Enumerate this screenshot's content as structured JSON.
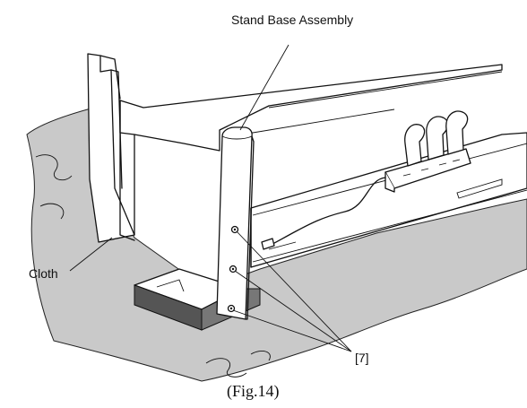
{
  "labels": {
    "stand_base_assembly": "Stand Base Assembly",
    "cloth": "Cloth",
    "screw_ref": "[7]"
  },
  "caption": "(Fig.14)",
  "colors": {
    "cloth": "#c9c9c9",
    "line": "#111111",
    "background": "#ffffff"
  }
}
